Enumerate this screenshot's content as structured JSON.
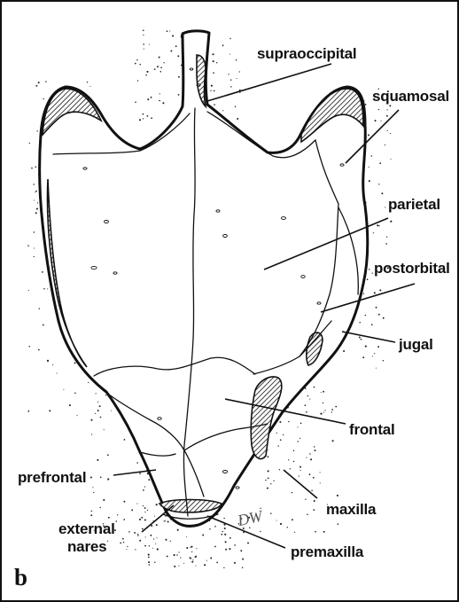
{
  "figure": {
    "panel_letter": "b",
    "signature": "DW"
  },
  "labels": {
    "supraoccipital": "supraoccipital",
    "squamosal": "squamosal",
    "parietal": "parietal",
    "postorbital": "postorbital",
    "jugal": "jugal",
    "frontal": "frontal",
    "prefrontal": "prefrontal",
    "maxilla": "maxilla",
    "external_nares_line1": "external",
    "external_nares_line2": "nares",
    "premaxilla": "premaxilla"
  }
}
